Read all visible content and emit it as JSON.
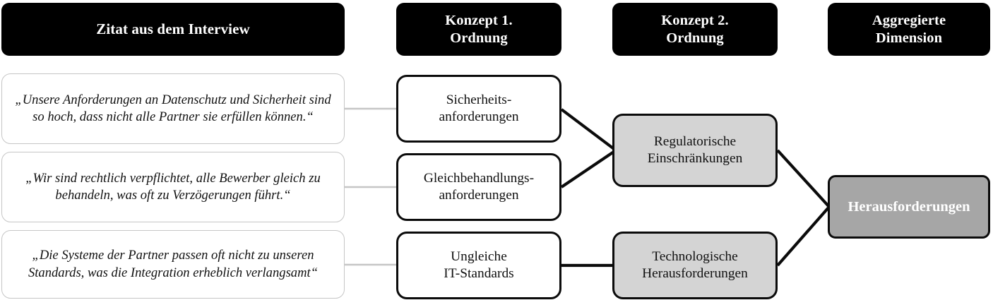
{
  "diagram": {
    "type": "gioia-coding-structure",
    "title_row": {
      "columns": [
        {
          "id": "quotes",
          "label": "Zitat aus dem Interview"
        },
        {
          "id": "first",
          "label": "Konzept 1.\nOrdnung"
        },
        {
          "id": "second",
          "label": "Konzept 2.\nOrdnung"
        },
        {
          "id": "aggregate",
          "label": "Aggregierte\nDimension"
        }
      ]
    },
    "quotes": [
      {
        "id": "quote-1",
        "text": "„Unsere Anforderungen an Datenschutz und Sicherheit sind so hoch, dass nicht alle Partner sie erfüllen können.“"
      },
      {
        "id": "quote-2",
        "text": "„Wir sind rechtlich verpflichtet, alle Bewerber gleich zu behandeln, was oft zu Verzögerungen führt.“"
      },
      {
        "id": "quote-3",
        "text": "„Die Systeme der Partner passen oft nicht zu unseren Standards, was die Integration erheblich verlangsamt“"
      }
    ],
    "first_order": [
      {
        "id": "k1-1",
        "label": "Sicherheits-\nanforderungen"
      },
      {
        "id": "k1-2",
        "label": "Gleichbehandlungs-\nanforderungen"
      },
      {
        "id": "k1-3",
        "label": "Ungleiche\nIT-Standards"
      }
    ],
    "second_order": [
      {
        "id": "k2-1",
        "label": "Regulatorische\nEinschränkungen"
      },
      {
        "id": "k2-2",
        "label": "Technologische\nHerausforderungen"
      }
    ],
    "aggregate": [
      {
        "id": "agg-1",
        "label": "Herausforderungen"
      }
    ],
    "links": [
      {
        "from": "quote-1",
        "to": "k1-1",
        "style": "thin-grey"
      },
      {
        "from": "quote-2",
        "to": "k1-2",
        "style": "thin-grey"
      },
      {
        "from": "quote-3",
        "to": "k1-3",
        "style": "thin-grey"
      },
      {
        "from": "k1-1",
        "to": "k2-1",
        "style": "thick-black"
      },
      {
        "from": "k1-2",
        "to": "k2-1",
        "style": "thick-black"
      },
      {
        "from": "k1-3",
        "to": "k2-2",
        "style": "thick-black"
      },
      {
        "from": "k2-1",
        "to": "agg-1",
        "style": "thick-black"
      },
      {
        "from": "k2-2",
        "to": "agg-1",
        "style": "thick-black"
      }
    ],
    "colors": {
      "header_bg": "#000000",
      "header_text": "#ffffff",
      "quote_bg": "#ffffff",
      "quote_border": "#c6c6c6",
      "first_order_bg": "#ffffff",
      "first_order_border": "#0b0b0b",
      "second_order_bg": "#d4d4d4",
      "aggregate_bg": "#a6a6a6",
      "aggregate_text": "#ffffff",
      "thin_connector": "#c6c6c6",
      "thick_connector": "#0b0b0b"
    }
  }
}
